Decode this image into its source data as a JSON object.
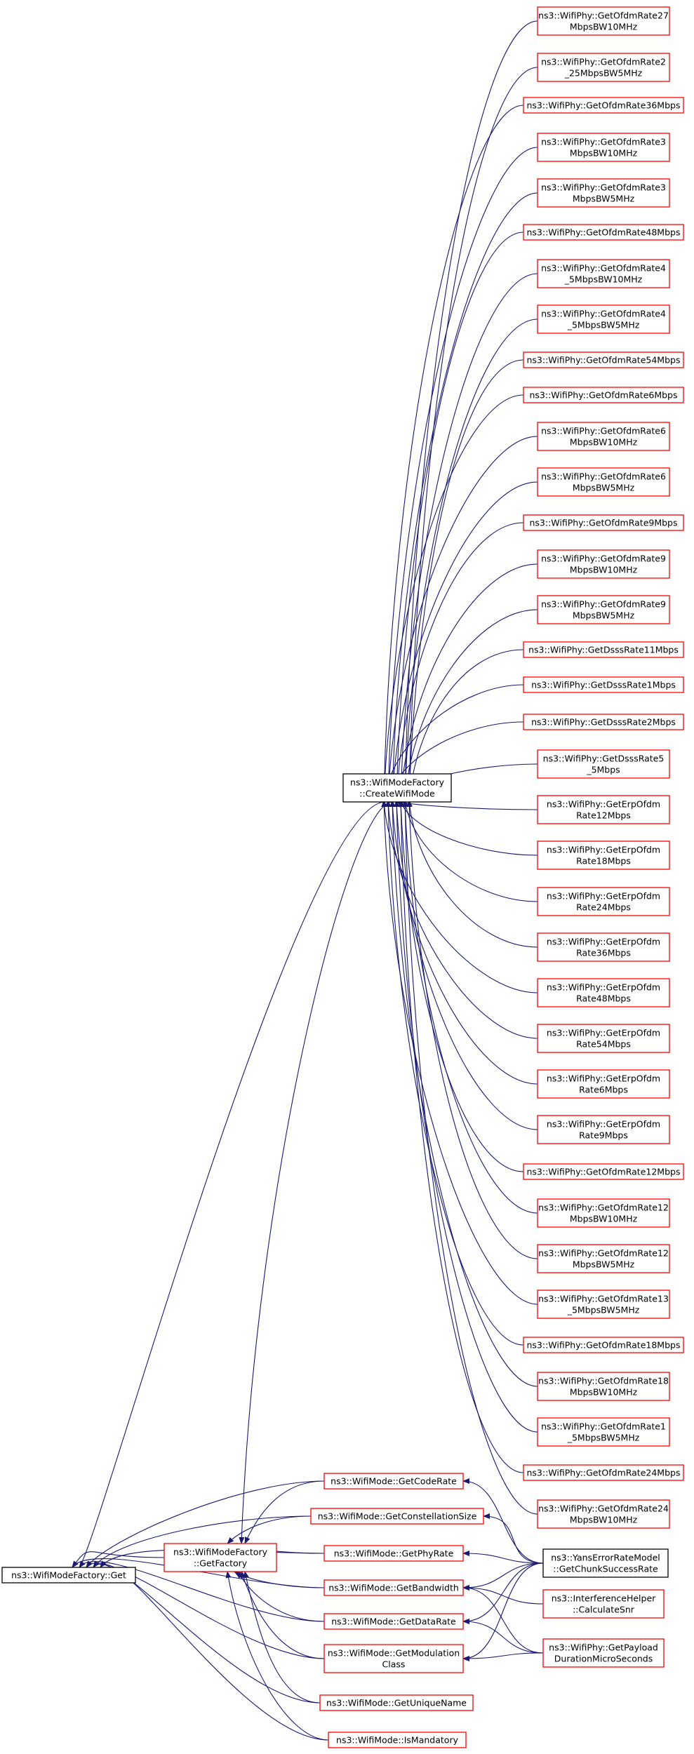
{
  "colors": {
    "edge": "#191970",
    "node_border_red": "#ff0000",
    "node_border_black": "#000000",
    "root_fill": "#bfbfbf",
    "text": "#000000"
  },
  "nodes": {
    "root": {
      "label": [
        "ns3::WifiModeFactory::Get"
      ],
      "border": "black"
    },
    "getfactory": {
      "label": [
        "ns3::WifiModeFactory",
        "::GetFactory"
      ],
      "border": "red"
    },
    "createwifimode": {
      "label": [
        "ns3::WifiModeFactory",
        "::CreateWifiMode"
      ],
      "border": "black"
    },
    "yans": {
      "label": [
        "ns3::YansErrorRateModel",
        "::GetChunkSuccessRate"
      ],
      "border": "black"
    },
    "interference": {
      "label": [
        "ns3::InterferenceHelper",
        "::CalculateSnr"
      ],
      "border": "red"
    },
    "payload": {
      "label": [
        "ns3::WifiPhy::GetPayload",
        "DurationMicroSeconds"
      ],
      "border": "red"
    },
    "coderate": {
      "label": [
        "ns3::WifiMode::GetCodeRate"
      ],
      "border": "red"
    },
    "constellation": {
      "label": [
        "ns3::WifiMode::GetConstellationSize"
      ],
      "border": "red"
    },
    "phyrate": {
      "label": [
        "ns3::WifiMode::GetPhyRate"
      ],
      "border": "red"
    },
    "bandwidth": {
      "label": [
        "ns3::WifiMode::GetBandwidth"
      ],
      "border": "red"
    },
    "datarate": {
      "label": [
        "ns3::WifiMode::GetDataRate"
      ],
      "border": "red"
    },
    "modclass": {
      "label": [
        "ns3::WifiMode::GetModulation",
        "Class"
      ],
      "border": "red"
    },
    "uniquename": {
      "label": [
        "ns3::WifiMode::GetUniqueName"
      ],
      "border": "red"
    },
    "ismandatory": {
      "label": [
        "ns3::WifiMode::IsMandatory"
      ],
      "border": "red"
    },
    "r0": {
      "label": [
        "ns3::WifiPhy::GetOfdmRate27",
        "MbpsBW10MHz"
      ],
      "border": "red"
    },
    "r1": {
      "label": [
        "ns3::WifiPhy::GetOfdmRate2",
        "_25MbpsBW5MHz"
      ],
      "border": "red"
    },
    "r2": {
      "label": [
        "ns3::WifiPhy::GetOfdmRate36Mbps"
      ],
      "border": "red"
    },
    "r3": {
      "label": [
        "ns3::WifiPhy::GetOfdmRate3",
        "MbpsBW10MHz"
      ],
      "border": "red"
    },
    "r4": {
      "label": [
        "ns3::WifiPhy::GetOfdmRate3",
        "MbpsBW5MHz"
      ],
      "border": "red"
    },
    "r5": {
      "label": [
        "ns3::WifiPhy::GetOfdmRate48Mbps"
      ],
      "border": "red"
    },
    "r6": {
      "label": [
        "ns3::WifiPhy::GetOfdmRate4",
        "_5MbpsBW10MHz"
      ],
      "border": "red"
    },
    "r7": {
      "label": [
        "ns3::WifiPhy::GetOfdmRate4",
        "_5MbpsBW5MHz"
      ],
      "border": "red"
    },
    "r8": {
      "label": [
        "ns3::WifiPhy::GetOfdmRate54Mbps"
      ],
      "border": "red"
    },
    "r9": {
      "label": [
        "ns3::WifiPhy::GetOfdmRate6Mbps"
      ],
      "border": "red"
    },
    "r10": {
      "label": [
        "ns3::WifiPhy::GetOfdmRate6",
        "MbpsBW10MHz"
      ],
      "border": "red"
    },
    "r11": {
      "label": [
        "ns3::WifiPhy::GetOfdmRate6",
        "MbpsBW5MHz"
      ],
      "border": "red"
    },
    "r12": {
      "label": [
        "ns3::WifiPhy::GetOfdmRate9Mbps"
      ],
      "border": "red"
    },
    "r13": {
      "label": [
        "ns3::WifiPhy::GetOfdmRate9",
        "MbpsBW10MHz"
      ],
      "border": "red"
    },
    "r14": {
      "label": [
        "ns3::WifiPhy::GetOfdmRate9",
        "MbpsBW5MHz"
      ],
      "border": "red"
    },
    "r15": {
      "label": [
        "ns3::WifiPhy::GetDsssRate11Mbps"
      ],
      "border": "red"
    },
    "r16": {
      "label": [
        "ns3::WifiPhy::GetDsssRate1Mbps"
      ],
      "border": "red"
    },
    "r17": {
      "label": [
        "ns3::WifiPhy::GetDsssRate2Mbps"
      ],
      "border": "red"
    },
    "r18": {
      "label": [
        "ns3::WifiPhy::GetDsssRate5",
        "_5Mbps"
      ],
      "border": "red"
    },
    "r19": {
      "label": [
        "ns3::WifiPhy::GetErpOfdm",
        "Rate12Mbps"
      ],
      "border": "red"
    },
    "r20": {
      "label": [
        "ns3::WifiPhy::GetErpOfdm",
        "Rate18Mbps"
      ],
      "border": "red"
    },
    "r21": {
      "label": [
        "ns3::WifiPhy::GetErpOfdm",
        "Rate24Mbps"
      ],
      "border": "red"
    },
    "r22": {
      "label": [
        "ns3::WifiPhy::GetErpOfdm",
        "Rate36Mbps"
      ],
      "border": "red"
    },
    "r23": {
      "label": [
        "ns3::WifiPhy::GetErpOfdm",
        "Rate48Mbps"
      ],
      "border": "red"
    },
    "r24": {
      "label": [
        "ns3::WifiPhy::GetErpOfdm",
        "Rate54Mbps"
      ],
      "border": "red"
    },
    "r25": {
      "label": [
        "ns3::WifiPhy::GetErpOfdm",
        "Rate6Mbps"
      ],
      "border": "red"
    },
    "r26": {
      "label": [
        "ns3::WifiPhy::GetErpOfdm",
        "Rate9Mbps"
      ],
      "border": "red"
    },
    "r27": {
      "label": [
        "ns3::WifiPhy::GetOfdmRate12Mbps"
      ],
      "border": "red"
    },
    "r28": {
      "label": [
        "ns3::WifiPhy::GetOfdmRate12",
        "MbpsBW10MHz"
      ],
      "border": "red"
    },
    "r29": {
      "label": [
        "ns3::WifiPhy::GetOfdmRate12",
        "MbpsBW5MHz"
      ],
      "border": "red"
    },
    "r30": {
      "label": [
        "ns3::WifiPhy::GetOfdmRate13",
        "_5MbpsBW5MHz"
      ],
      "border": "red"
    },
    "r31": {
      "label": [
        "ns3::WifiPhy::GetOfdmRate18Mbps"
      ],
      "border": "red"
    },
    "r32": {
      "label": [
        "ns3::WifiPhy::GetOfdmRate18",
        "MbpsBW10MHz"
      ],
      "border": "red"
    },
    "r33": {
      "label": [
        "ns3::WifiPhy::GetOfdmRate1",
        "_5MbpsBW5MHz"
      ],
      "border": "red"
    },
    "r34": {
      "label": [
        "ns3::WifiPhy::GetOfdmRate24Mbps"
      ],
      "border": "red"
    },
    "r35": {
      "label": [
        "ns3::WifiPhy::GetOfdmRate24",
        "MbpsBW10MHz"
      ],
      "border": "red"
    }
  },
  "edges": [
    [
      "getfactory",
      "root"
    ],
    [
      "createwifimode",
      "root"
    ],
    [
      "coderate",
      "root"
    ],
    [
      "constellation",
      "root"
    ],
    [
      "phyrate",
      "root"
    ],
    [
      "bandwidth",
      "root"
    ],
    [
      "datarate",
      "root"
    ],
    [
      "modclass",
      "root"
    ],
    [
      "uniquename",
      "root"
    ],
    [
      "ismandatory",
      "root"
    ],
    [
      "createwifimode",
      "getfactory"
    ],
    [
      "coderate",
      "getfactory"
    ],
    [
      "constellation",
      "getfactory"
    ],
    [
      "phyrate",
      "getfactory"
    ],
    [
      "bandwidth",
      "getfactory"
    ],
    [
      "datarate",
      "getfactory"
    ],
    [
      "modclass",
      "getfactory"
    ],
    [
      "uniquename",
      "getfactory"
    ],
    [
      "ismandatory",
      "getfactory"
    ],
    [
      "r0",
      "createwifimode"
    ],
    [
      "r1",
      "createwifimode"
    ],
    [
      "r2",
      "createwifimode"
    ],
    [
      "r3",
      "createwifimode"
    ],
    [
      "r4",
      "createwifimode"
    ],
    [
      "r5",
      "createwifimode"
    ],
    [
      "r6",
      "createwifimode"
    ],
    [
      "r7",
      "createwifimode"
    ],
    [
      "r8",
      "createwifimode"
    ],
    [
      "r9",
      "createwifimode"
    ],
    [
      "r10",
      "createwifimode"
    ],
    [
      "r11",
      "createwifimode"
    ],
    [
      "r12",
      "createwifimode"
    ],
    [
      "r13",
      "createwifimode"
    ],
    [
      "r14",
      "createwifimode"
    ],
    [
      "r15",
      "createwifimode"
    ],
    [
      "r16",
      "createwifimode"
    ],
    [
      "r17",
      "createwifimode"
    ],
    [
      "r18",
      "createwifimode"
    ],
    [
      "r19",
      "createwifimode"
    ],
    [
      "r20",
      "createwifimode"
    ],
    [
      "r21",
      "createwifimode"
    ],
    [
      "r22",
      "createwifimode"
    ],
    [
      "r23",
      "createwifimode"
    ],
    [
      "r24",
      "createwifimode"
    ],
    [
      "r25",
      "createwifimode"
    ],
    [
      "r26",
      "createwifimode"
    ],
    [
      "r27",
      "createwifimode"
    ],
    [
      "r28",
      "createwifimode"
    ],
    [
      "r29",
      "createwifimode"
    ],
    [
      "r30",
      "createwifimode"
    ],
    [
      "r31",
      "createwifimode"
    ],
    [
      "r32",
      "createwifimode"
    ],
    [
      "r33",
      "createwifimode"
    ],
    [
      "r34",
      "createwifimode"
    ],
    [
      "r35",
      "createwifimode"
    ],
    [
      "yans",
      "coderate"
    ],
    [
      "yans",
      "constellation"
    ],
    [
      "yans",
      "phyrate"
    ],
    [
      "yans",
      "bandwidth"
    ],
    [
      "yans",
      "datarate"
    ],
    [
      "yans",
      "modclass"
    ],
    [
      "interference",
      "bandwidth"
    ],
    [
      "payload",
      "bandwidth"
    ],
    [
      "payload",
      "datarate"
    ],
    [
      "payload",
      "modclass"
    ]
  ]
}
